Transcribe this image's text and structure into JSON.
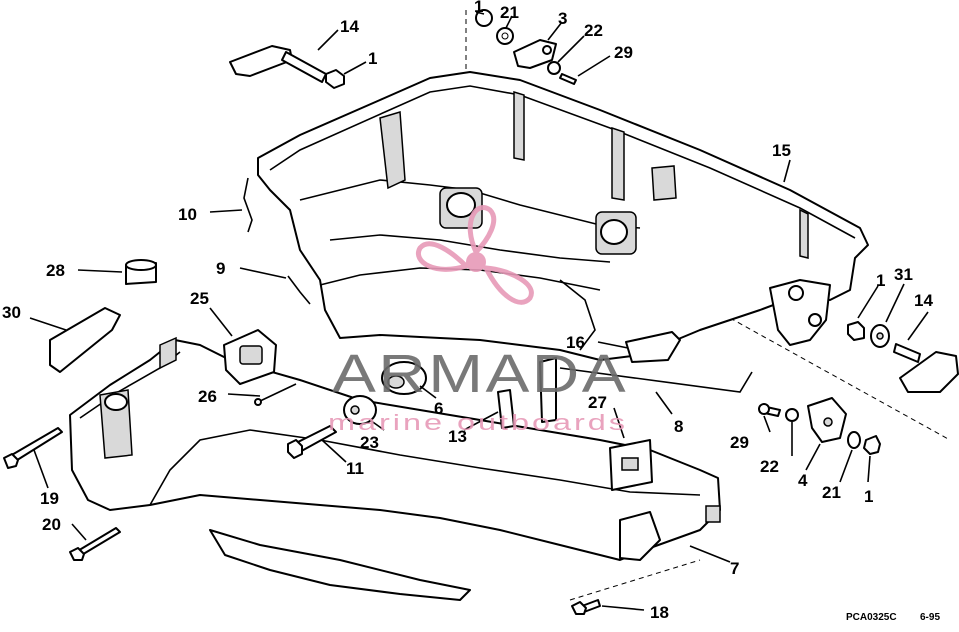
{
  "diagram": {
    "part_callouts": [
      {
        "id": "c1a",
        "label": "1"
      },
      {
        "id": "c21a",
        "label": "21"
      },
      {
        "id": "c3",
        "label": "3"
      },
      {
        "id": "c22a",
        "label": "22"
      },
      {
        "id": "c29a",
        "label": "29"
      },
      {
        "id": "c14a",
        "label": "14"
      },
      {
        "id": "c1b",
        "label": "1"
      },
      {
        "id": "c15",
        "label": "15"
      },
      {
        "id": "c10",
        "label": "10"
      },
      {
        "id": "c9",
        "label": "9"
      },
      {
        "id": "c28",
        "label": "28"
      },
      {
        "id": "c25",
        "label": "25"
      },
      {
        "id": "c30",
        "label": "30"
      },
      {
        "id": "c1c",
        "label": "1"
      },
      {
        "id": "c31",
        "label": "31"
      },
      {
        "id": "c14b",
        "label": "14"
      },
      {
        "id": "c16",
        "label": "16"
      },
      {
        "id": "c26",
        "label": "26"
      },
      {
        "id": "c6",
        "label": "6"
      },
      {
        "id": "c27",
        "label": "27"
      },
      {
        "id": "c8",
        "label": "8"
      },
      {
        "id": "c23",
        "label": "23"
      },
      {
        "id": "c13",
        "label": "13"
      },
      {
        "id": "c29b",
        "label": "29"
      },
      {
        "id": "c22b",
        "label": "22"
      },
      {
        "id": "c4",
        "label": "4"
      },
      {
        "id": "c11",
        "label": "11"
      },
      {
        "id": "c21b",
        "label": "21"
      },
      {
        "id": "c1d",
        "label": "1"
      },
      {
        "id": "c19",
        "label": "19"
      },
      {
        "id": "c20",
        "label": "20"
      },
      {
        "id": "c7",
        "label": "7"
      },
      {
        "id": "c18",
        "label": "18"
      }
    ],
    "drawing_code": "PCA0325C",
    "drawing_date": "6-95"
  },
  "watermark": {
    "brand": "ARMADA",
    "tagline": "marine outboards",
    "logo_color": "#e79ab8",
    "text_color": "#6b6b6b"
  }
}
